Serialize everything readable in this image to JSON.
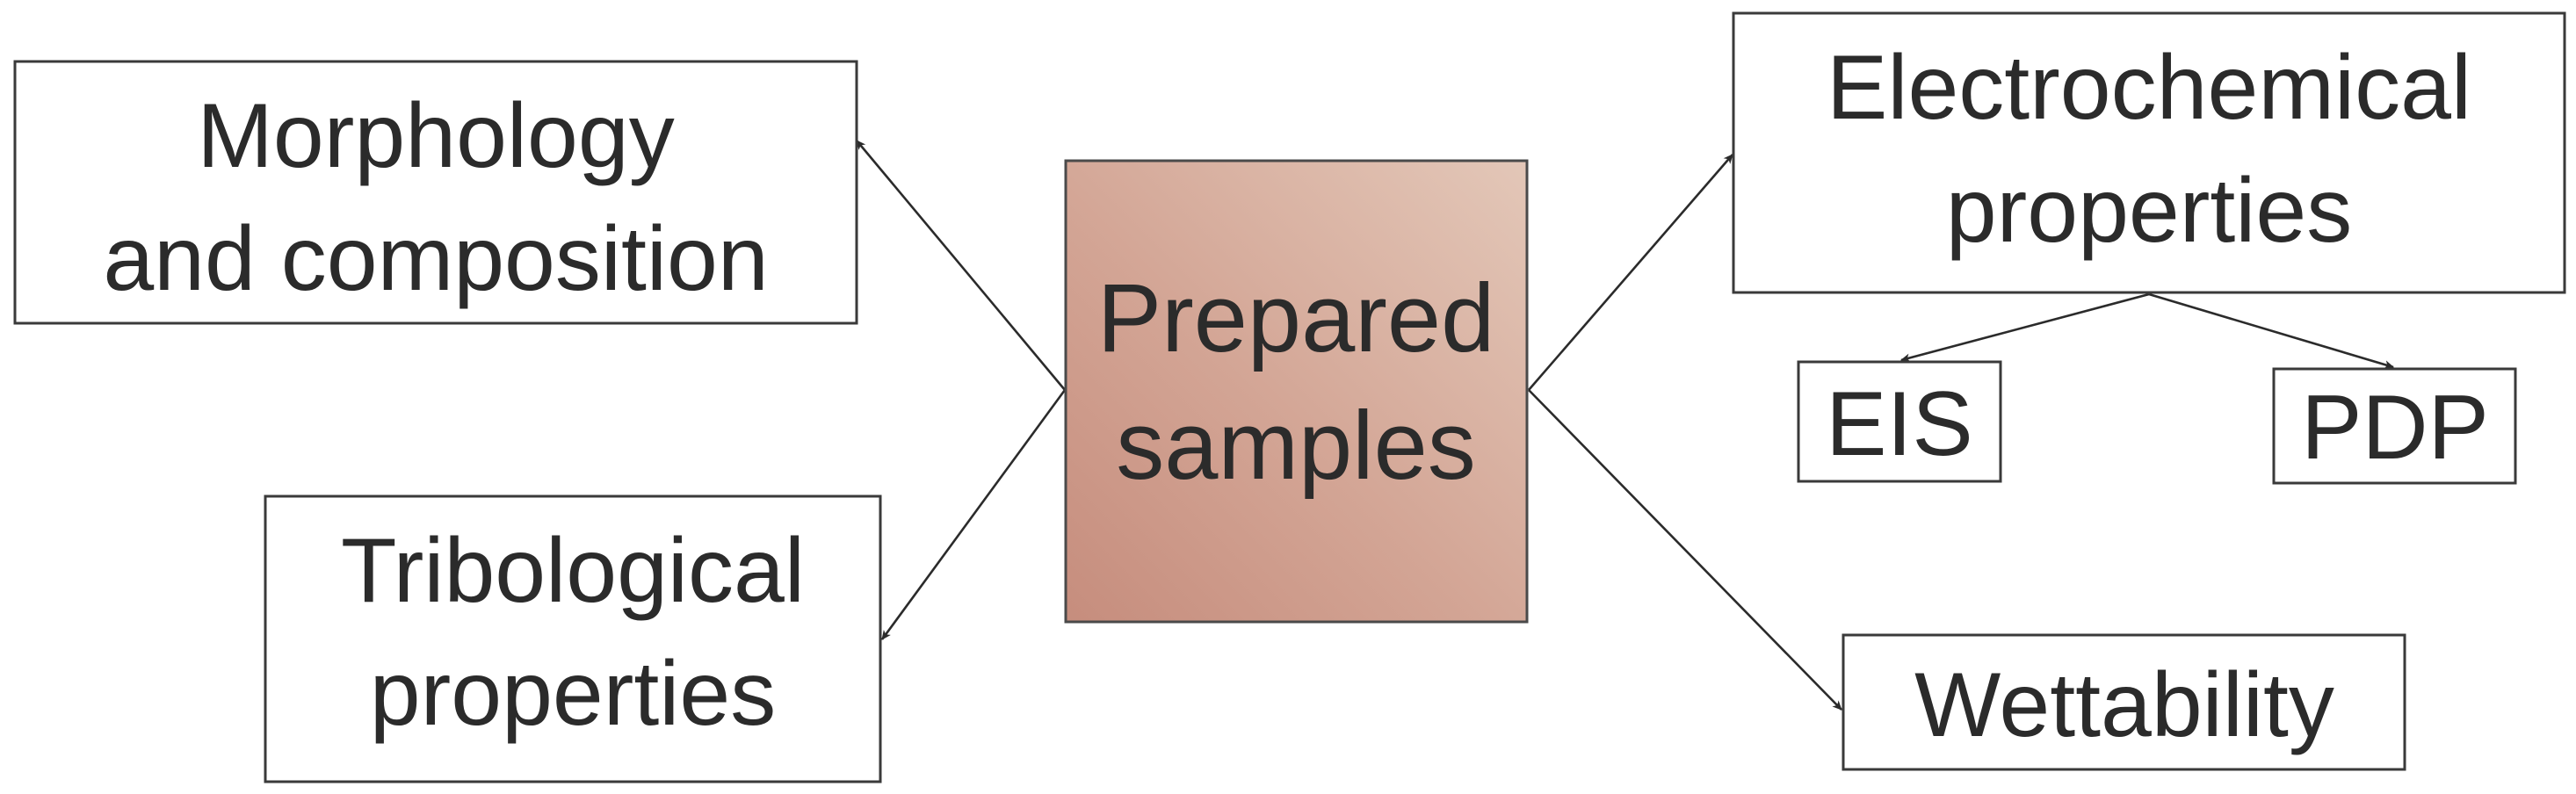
{
  "center": {
    "line1": "Prepared",
    "line2": "samples",
    "color_top_right": "#e3c7b8",
    "color_bottom_left": "#c68d7d"
  },
  "nodes": {
    "morphology": {
      "line1": "Morphology",
      "line2": "and composition"
    },
    "tribological": {
      "line1": "Tribological",
      "line2": "properties"
    },
    "electrochemical": {
      "line1": "Electrochemical",
      "line2": "properties"
    },
    "eis": {
      "label": "EIS"
    },
    "pdp": {
      "label": "PDP"
    },
    "wettability": {
      "label": "Wettability"
    }
  },
  "colors": {
    "text": "#2b2b2b",
    "border": "#3a3a3a"
  }
}
